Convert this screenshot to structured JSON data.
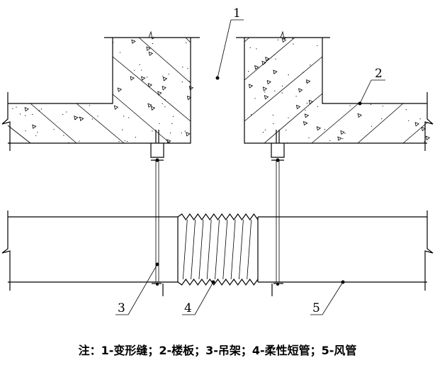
{
  "callouts": [
    {
      "id": "1",
      "label": "1"
    },
    {
      "id": "2",
      "label": "2"
    },
    {
      "id": "3",
      "label": "3"
    },
    {
      "id": "4",
      "label": "4"
    },
    {
      "id": "5",
      "label": "5"
    }
  ],
  "caption": "注：1-变形缝；2-楼板；3-吊架；4-柔性短管；5-风管",
  "colors": {
    "line": "#000000",
    "background": "#ffffff"
  }
}
